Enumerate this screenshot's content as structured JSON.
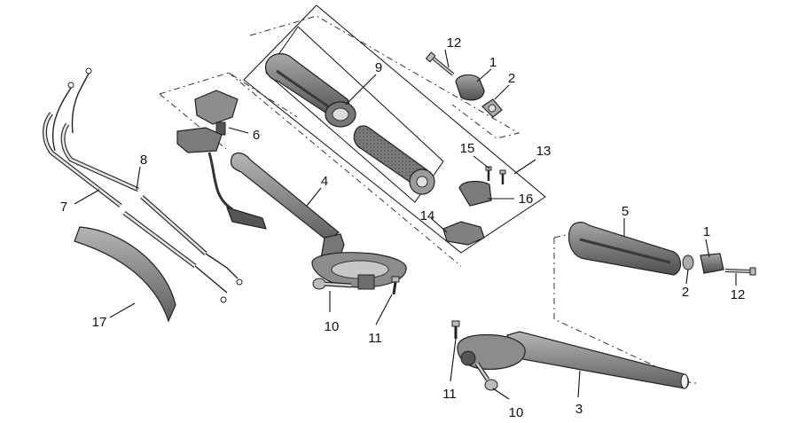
{
  "diagram": {
    "callouts": [
      {
        "id": "c12a",
        "label": "12"
      },
      {
        "id": "c1a",
        "label": "1"
      },
      {
        "id": "c2a",
        "label": "2"
      },
      {
        "id": "c9",
        "label": "9"
      },
      {
        "id": "c6",
        "label": "6"
      },
      {
        "id": "c8",
        "label": "8"
      },
      {
        "id": "c7",
        "label": "7"
      },
      {
        "id": "c4",
        "label": "4"
      },
      {
        "id": "c15",
        "label": "15"
      },
      {
        "id": "c13",
        "label": "13"
      },
      {
        "id": "c16",
        "label": "16"
      },
      {
        "id": "c14",
        "label": "14"
      },
      {
        "id": "c5",
        "label": "5"
      },
      {
        "id": "c1b",
        "label": "1"
      },
      {
        "id": "c2b",
        "label": "2"
      },
      {
        "id": "c12b",
        "label": "12"
      },
      {
        "id": "c10a",
        "label": "10"
      },
      {
        "id": "c11a",
        "label": "11"
      },
      {
        "id": "c17",
        "label": "17"
      },
      {
        "id": "c11b",
        "label": "11"
      },
      {
        "id": "c10b",
        "label": "10"
      },
      {
        "id": "c3",
        "label": "3"
      }
    ],
    "colors": {
      "part_dark": "#6e6e6e",
      "part_mid": "#9a9a9a",
      "part_light": "#c4c4c4",
      "outline": "#222222"
    }
  }
}
